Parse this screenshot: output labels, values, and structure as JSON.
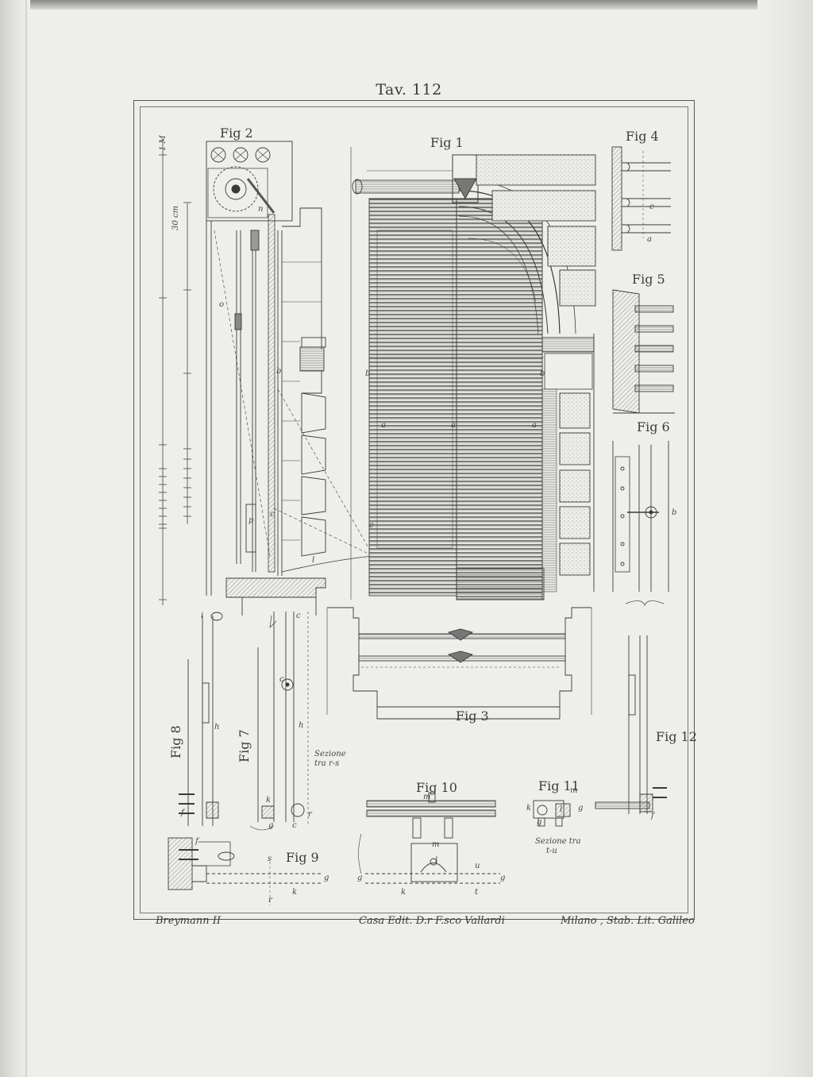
{
  "plate": {
    "title": "Tav. 112"
  },
  "figures": {
    "fig1": "Fig 1",
    "fig2": "Fig 2",
    "fig3": "Fig 3",
    "fig4": "Fig 4",
    "fig5": "Fig 5",
    "fig6": "Fig 6",
    "fig7": "Fig 7",
    "fig8": "Fig 8",
    "fig9": "Fig 9",
    "fig10": "Fig 10",
    "fig11": "Fig 11",
    "fig12": "Fig 12"
  },
  "annotations": {
    "sezione_rs_1": "Sezione",
    "sezione_rs_2": "tra r-s",
    "sezione_tu_1": "Sezione tra",
    "sezione_tu_2": "t-u",
    "scale_m": "1 M",
    "scale_cm": "30 cm"
  },
  "letters": {
    "a": "a",
    "b": "b",
    "c": "c",
    "e": "e",
    "f": "f",
    "g": "g",
    "h": "h",
    "i": "i",
    "k": "k",
    "l": "l",
    "m": "m",
    "n": "n",
    "o": "o",
    "p": "p",
    "r": "r",
    "s": "s",
    "t": "t",
    "u": "u"
  },
  "captions": {
    "left": "Breymann II",
    "center": "Casa Edit. D.r F.sco Vallardi",
    "right": "Milano , Stab. Lit. Galileo"
  },
  "colors": {
    "paper": "#eeeeea",
    "ink": "#3c3c3a"
  }
}
